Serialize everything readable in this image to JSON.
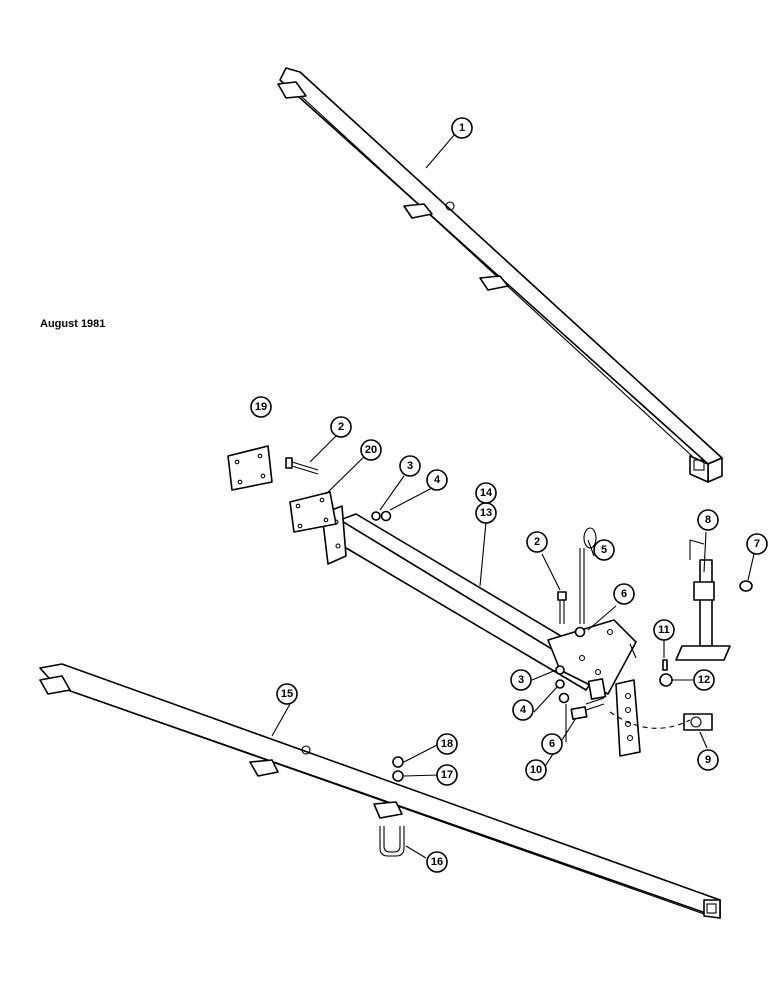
{
  "date_note": "August 1981",
  "callouts": [
    "1",
    "2",
    "3",
    "4",
    "5",
    "6",
    "7",
    "8",
    "9",
    "10",
    "11",
    "12",
    "13",
    "14",
    "15",
    "16",
    "17",
    "18",
    "19",
    "20",
    "2",
    "3",
    "4",
    "6"
  ]
}
